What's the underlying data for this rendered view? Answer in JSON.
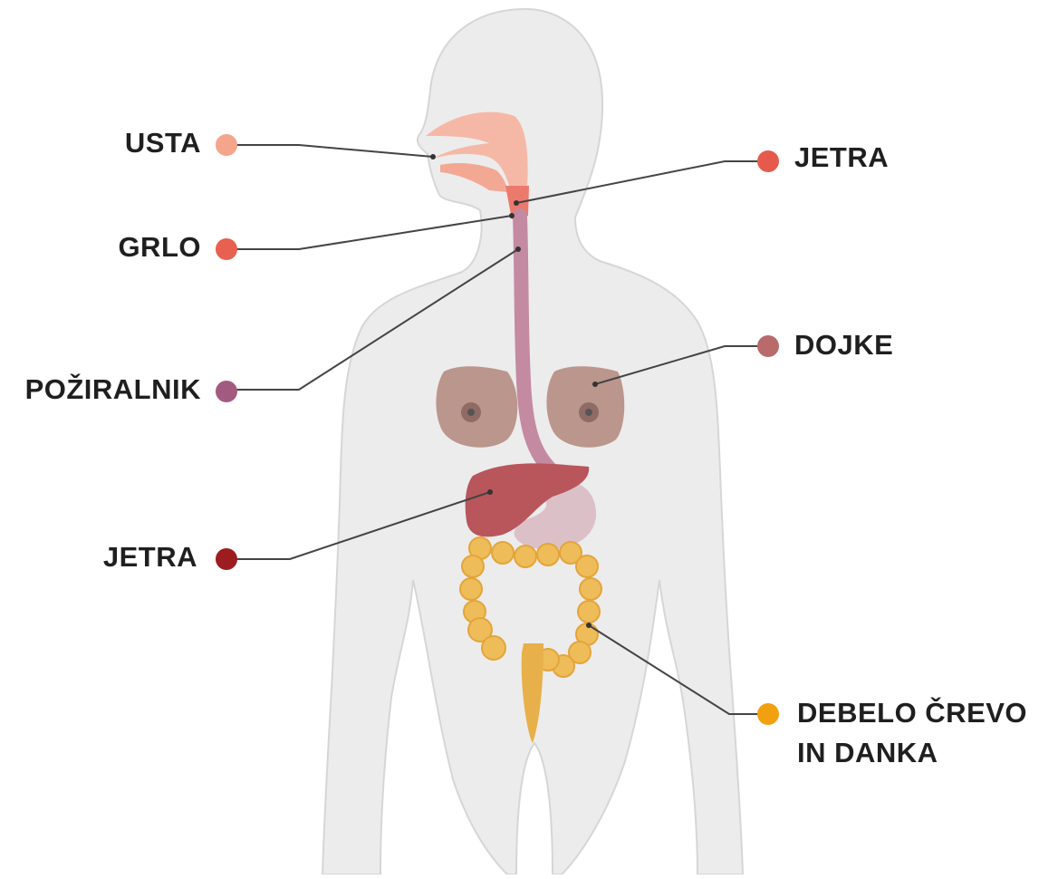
{
  "labels": {
    "mouth": "USTA",
    "throat": "GRLO",
    "esophagus": "POŽIRALNIK",
    "liver_left": "JETRA",
    "larynx": "JETRA",
    "breasts": "DOJKE",
    "colon_line1": "DEBELO  ČREVO",
    "colon_line2": "IN DANKA"
  },
  "colors": {
    "mouth": "#f4a58c",
    "throat": "#e8604f",
    "esophagus": "#a35a80",
    "liver_left": "#9c1c20",
    "larynx": "#e65a4c",
    "breasts": "#b96a6a",
    "colon": "#f3a010",
    "body": "#ececec",
    "body_outline": "#d4d4d4",
    "leader": "#444444"
  }
}
